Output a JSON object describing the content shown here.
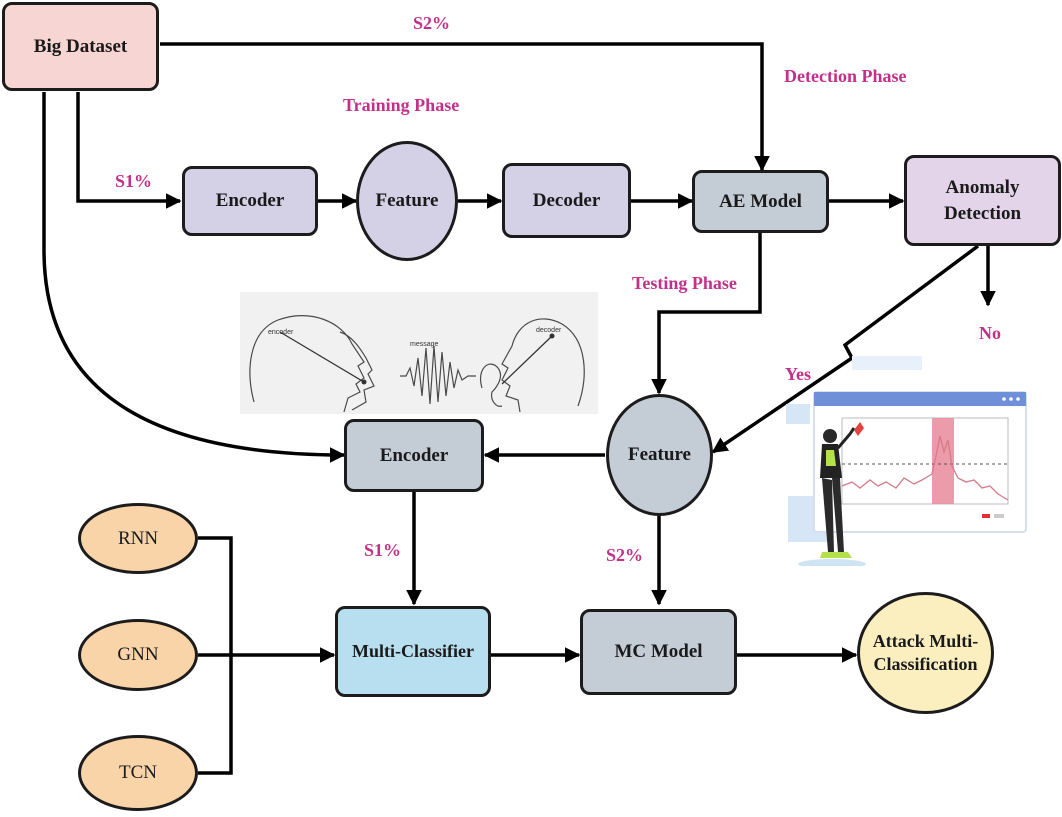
{
  "nodes": {
    "big_dataset": "Big Dataset",
    "encoder_top": "Encoder",
    "feature_top": "Feature",
    "decoder": "Decoder",
    "ae_model": "AE Model",
    "anomaly_detection": "Anomaly Detection",
    "feature_bottom": "Feature",
    "encoder_bottom": "Encoder",
    "rnn": "RNN",
    "gnn": "GNN",
    "tcn": "TCN",
    "multi_classifier": "Multi-Classifier",
    "mc_model": "MC Model",
    "attack_multi_classification": "Attack Multi-Classification"
  },
  "labels": {
    "s2_top": "S2%",
    "detection_phase": "Detection Phase",
    "training_phase": "Training Phase",
    "s1_top": "S1%",
    "testing_phase": "Testing Phase",
    "no": "No",
    "yes": "Yes",
    "s1_bottom": "S1%",
    "s2_bottom": "S2%"
  },
  "illustration": {
    "encoder": "encoder",
    "message": "message",
    "decoder": "decoder"
  },
  "colors": {
    "big_dataset": "#f7d5d2",
    "purple_node": "#d4d0e6",
    "slate_node": "#c4ccd6",
    "anomaly_node": "#e4d4ea",
    "classifier_node": "#b8dff0",
    "orange_node": "#f8d4a8",
    "cream_node": "#fbefc0",
    "pink_label": "#c2308a"
  }
}
